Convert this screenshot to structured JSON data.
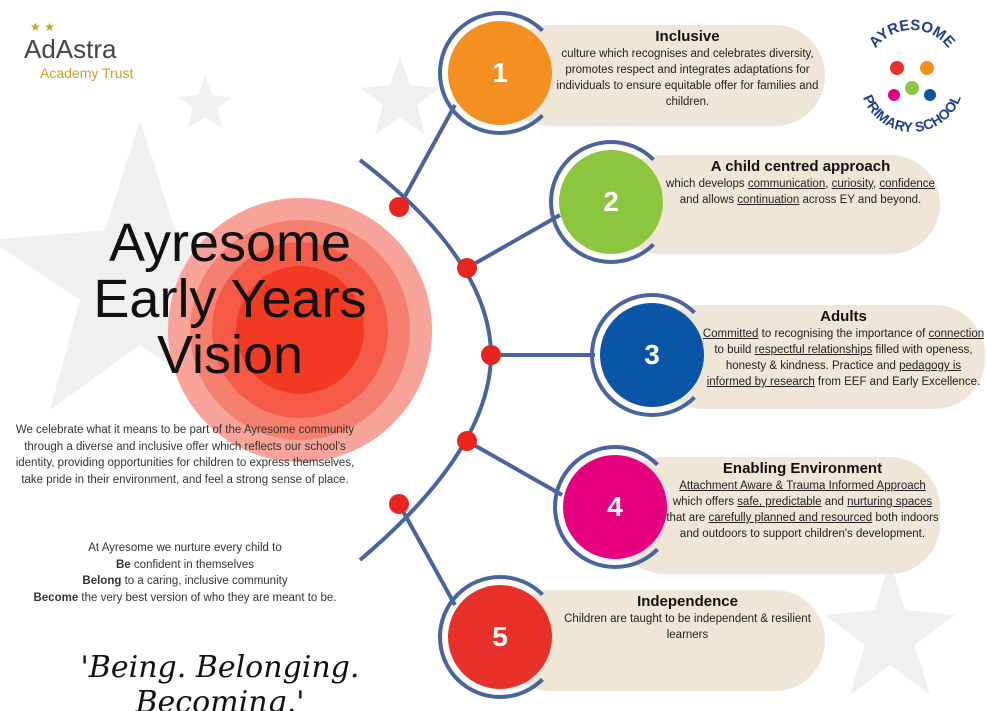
{
  "title": [
    "Ayresome",
    "Early Years",
    "Vision"
  ],
  "intro": "We celebrate what it means to be part of the Ayresome community through a diverse and inclusive offer which reflects our school's identity, providing opportunities for children to express themselves, take pride in their environment, and feel a strong sense of place.",
  "nurture": {
    "lead": "At Ayresome we nurture every child to",
    "lines": [
      {
        "bold": "Be",
        "rest": " confident in themselves"
      },
      {
        "bold": "Belong",
        "rest": " to a caring, inclusive community"
      },
      {
        "bold": "Become",
        "rest": " the very best version of who they are meant to be."
      }
    ]
  },
  "motto": "'Being. Belonging. Becoming.'",
  "logo": {
    "name": "AdAstra",
    "sub": "Academy Trust"
  },
  "school_logo": {
    "top": "AYRESOME",
    "bottom": "PRIMARY SCHOOL"
  },
  "items": [
    {
      "num": "1",
      "color": "#f39020",
      "heading": "Inclusive",
      "text": "culture which recognises and celebrates diversity, promotes respect and integrates adaptations for individuals to ensure equitable offer for families and children."
    },
    {
      "num": "2",
      "color": "#8cc63f",
      "heading": "A child centred approach",
      "html": "which develops <u>communication</u>, <u>curiosity</u>, <u>confidence</u> and allows <u>continuation</u> across EY and beyond."
    },
    {
      "num": "3",
      "color": "#0a55a5",
      "heading": "Adults",
      "html": "<u>Committed</u> to recognising the importance of <u>connection</u> to build <u>respectful relationships</u> filled with openess, honesty &amp; kindness. Practice and <u>pedagogy is informed by research</u> from EEF and Early Excellence."
    },
    {
      "num": "4",
      "color": "#e6007e",
      "heading": "Enabling Environment",
      "html": "<u>Attachment Aware &amp; Trauma Informed Approach</u> which offers <u>safe, predictable</u> and <u>nurturing spaces</u> that are <u>carefully planned and resourced</u> both indoors and outdoors to support children's development."
    },
    {
      "num": "5",
      "color": "#e8312a",
      "heading": "Independence",
      "text": "Children are taught to be independent &amp; resilient learners"
    }
  ],
  "colors": {
    "arc": "#4a64a0",
    "dot": "#e8251f",
    "pill": "#efe6d8"
  }
}
